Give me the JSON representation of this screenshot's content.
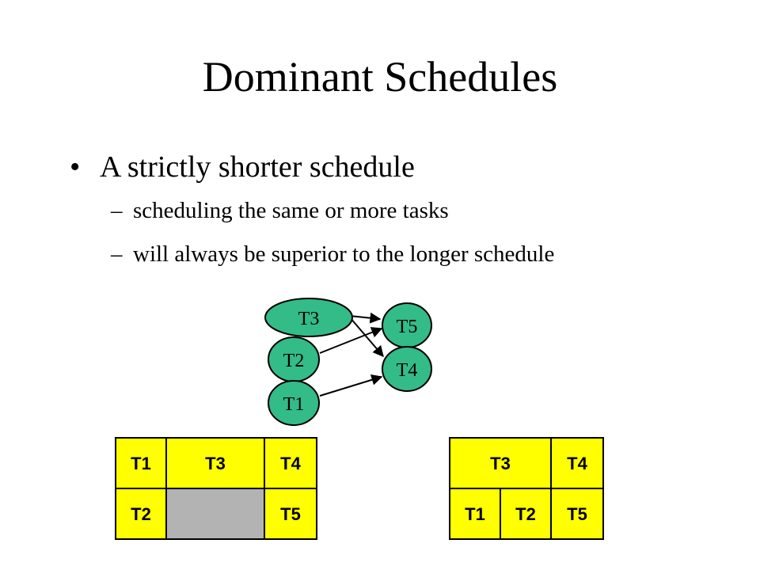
{
  "slide": {
    "title": "Dominant Schedules",
    "bullet": "A strictly shorter schedule",
    "bullet_marker": "•",
    "sub_marker": "–",
    "subbullets": [
      "scheduling the same or more tasks",
      "will always be superior to the longer schedule"
    ]
  },
  "graph": {
    "nodes": [
      "T3",
      "T2",
      "T1",
      "T5",
      "T4"
    ],
    "edges": [
      [
        "T3",
        "T5"
      ],
      [
        "T3",
        "T4"
      ],
      [
        "T2",
        "T5"
      ],
      [
        "T1",
        "T4"
      ]
    ],
    "node_color": "#33bb88"
  },
  "schedules": {
    "left": {
      "row1": [
        "T1",
        "T3",
        "T4"
      ],
      "row2": [
        "T2",
        "",
        "T5"
      ]
    },
    "right": {
      "row1": [
        "T3",
        "T4"
      ],
      "row2": [
        "T1",
        "T2",
        "T5"
      ]
    },
    "cell_color": "#ffff00",
    "idle_color": "#b3b3b3"
  }
}
